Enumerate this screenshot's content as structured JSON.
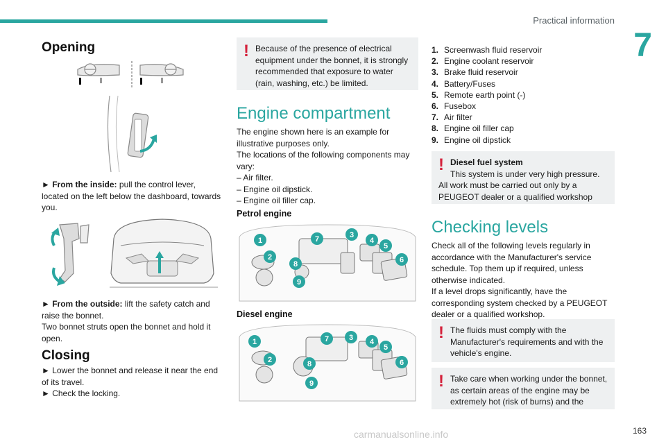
{
  "header": {
    "title": "Practical information",
    "chapter": "7"
  },
  "opening": {
    "heading": "Opening",
    "inside_label": "► From the inside:",
    "inside_text": " pull the control lever, located on the left below the dashboard, towards you.",
    "outside_label": "► From the outside:",
    "outside_text": " lift the safety catch and raise the bonnet.",
    "struts_text": "Two bonnet struts open the bonnet and hold it open."
  },
  "closing": {
    "heading": "Closing",
    "step1": "► Lower the bonnet and release it near the end of its travel.",
    "step2": "► Check the locking."
  },
  "warning_electrical": "Because of the presence of electrical equipment under the bonnet, it is strongly recommended that exposure to water (rain, washing, etc.) be limited.",
  "engine_compartment": {
    "heading": "Engine compartment",
    "intro": "The engine shown here is an example for illustrative purposes only.",
    "vary": "The locations of the following components may vary:",
    "items": [
      "– Air filter.",
      "– Engine oil dipstick.",
      "– Engine oil filler cap."
    ],
    "petrol_label": "Petrol engine",
    "diesel_label": "Diesel engine"
  },
  "components": [
    {
      "num": "1.",
      "label": "Screenwash fluid reservoir"
    },
    {
      "num": "2.",
      "label": "Engine coolant reservoir"
    },
    {
      "num": "3.",
      "label": "Brake fluid reservoir"
    },
    {
      "num": "4.",
      "label": "Battery/Fuses"
    },
    {
      "num": "5.",
      "label": "Remote earth point (-)"
    },
    {
      "num": "6.",
      "label": "Fusebox"
    },
    {
      "num": "7.",
      "label": "Air filter"
    },
    {
      "num": "8.",
      "label": "Engine oil filler cap"
    },
    {
      "num": "9.",
      "label": "Engine oil dipstick"
    }
  ],
  "warning_diesel": {
    "title": "Diesel fuel system",
    "text1": "This system is under very high pressure.",
    "text2": "All work must be carried out only by a PEUGEOT dealer or a qualified workshop"
  },
  "checking_levels": {
    "heading": "Checking levels",
    "text1": "Check all of the following levels regularly in accordance with the Manufacturer's service schedule. Top them up if required, unless otherwise indicated.",
    "text2": "If a level drops significantly, have the corresponding system checked by a PEUGEOT dealer or a qualified workshop."
  },
  "warning_fluids": "The fluids must comply with the Manufacturer's requirements and with the vehicle's engine.",
  "warning_hot": "Take care when working under the bonnet, as certain areas of the engine may be extremely hot (risk of burns) and the",
  "markers": [
    "1",
    "2",
    "3",
    "4",
    "5",
    "6",
    "7",
    "8",
    "9"
  ],
  "page_number": "163",
  "watermark": "carmanualsonline.info",
  "colors": {
    "accent": "#2aa6a0",
    "warning": "#d4213b",
    "box_bg": "#eef0f1"
  }
}
